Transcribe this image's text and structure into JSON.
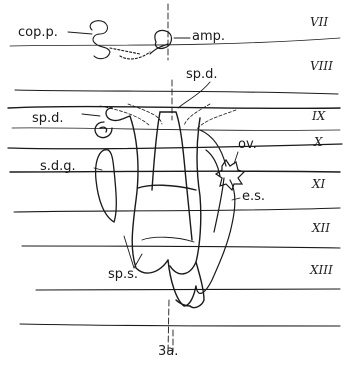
{
  "figure": {
    "caption": "3a.",
    "segments": [
      "VII",
      "VIII",
      "IX",
      "X",
      "XI",
      "XII",
      "XIII"
    ],
    "labels": {
      "cop_p": "cop.p.",
      "amp": "amp.",
      "sp_d_top": "sp.d.",
      "sp_d_left": "sp.d.",
      "ov": "ov.",
      "s_d_g": "s.d.g.",
      "e_s": "e.s.",
      "sp_s": "sp.s."
    },
    "colors": {
      "ink": "#1a1a1a",
      "background": "#ffffff"
    }
  }
}
